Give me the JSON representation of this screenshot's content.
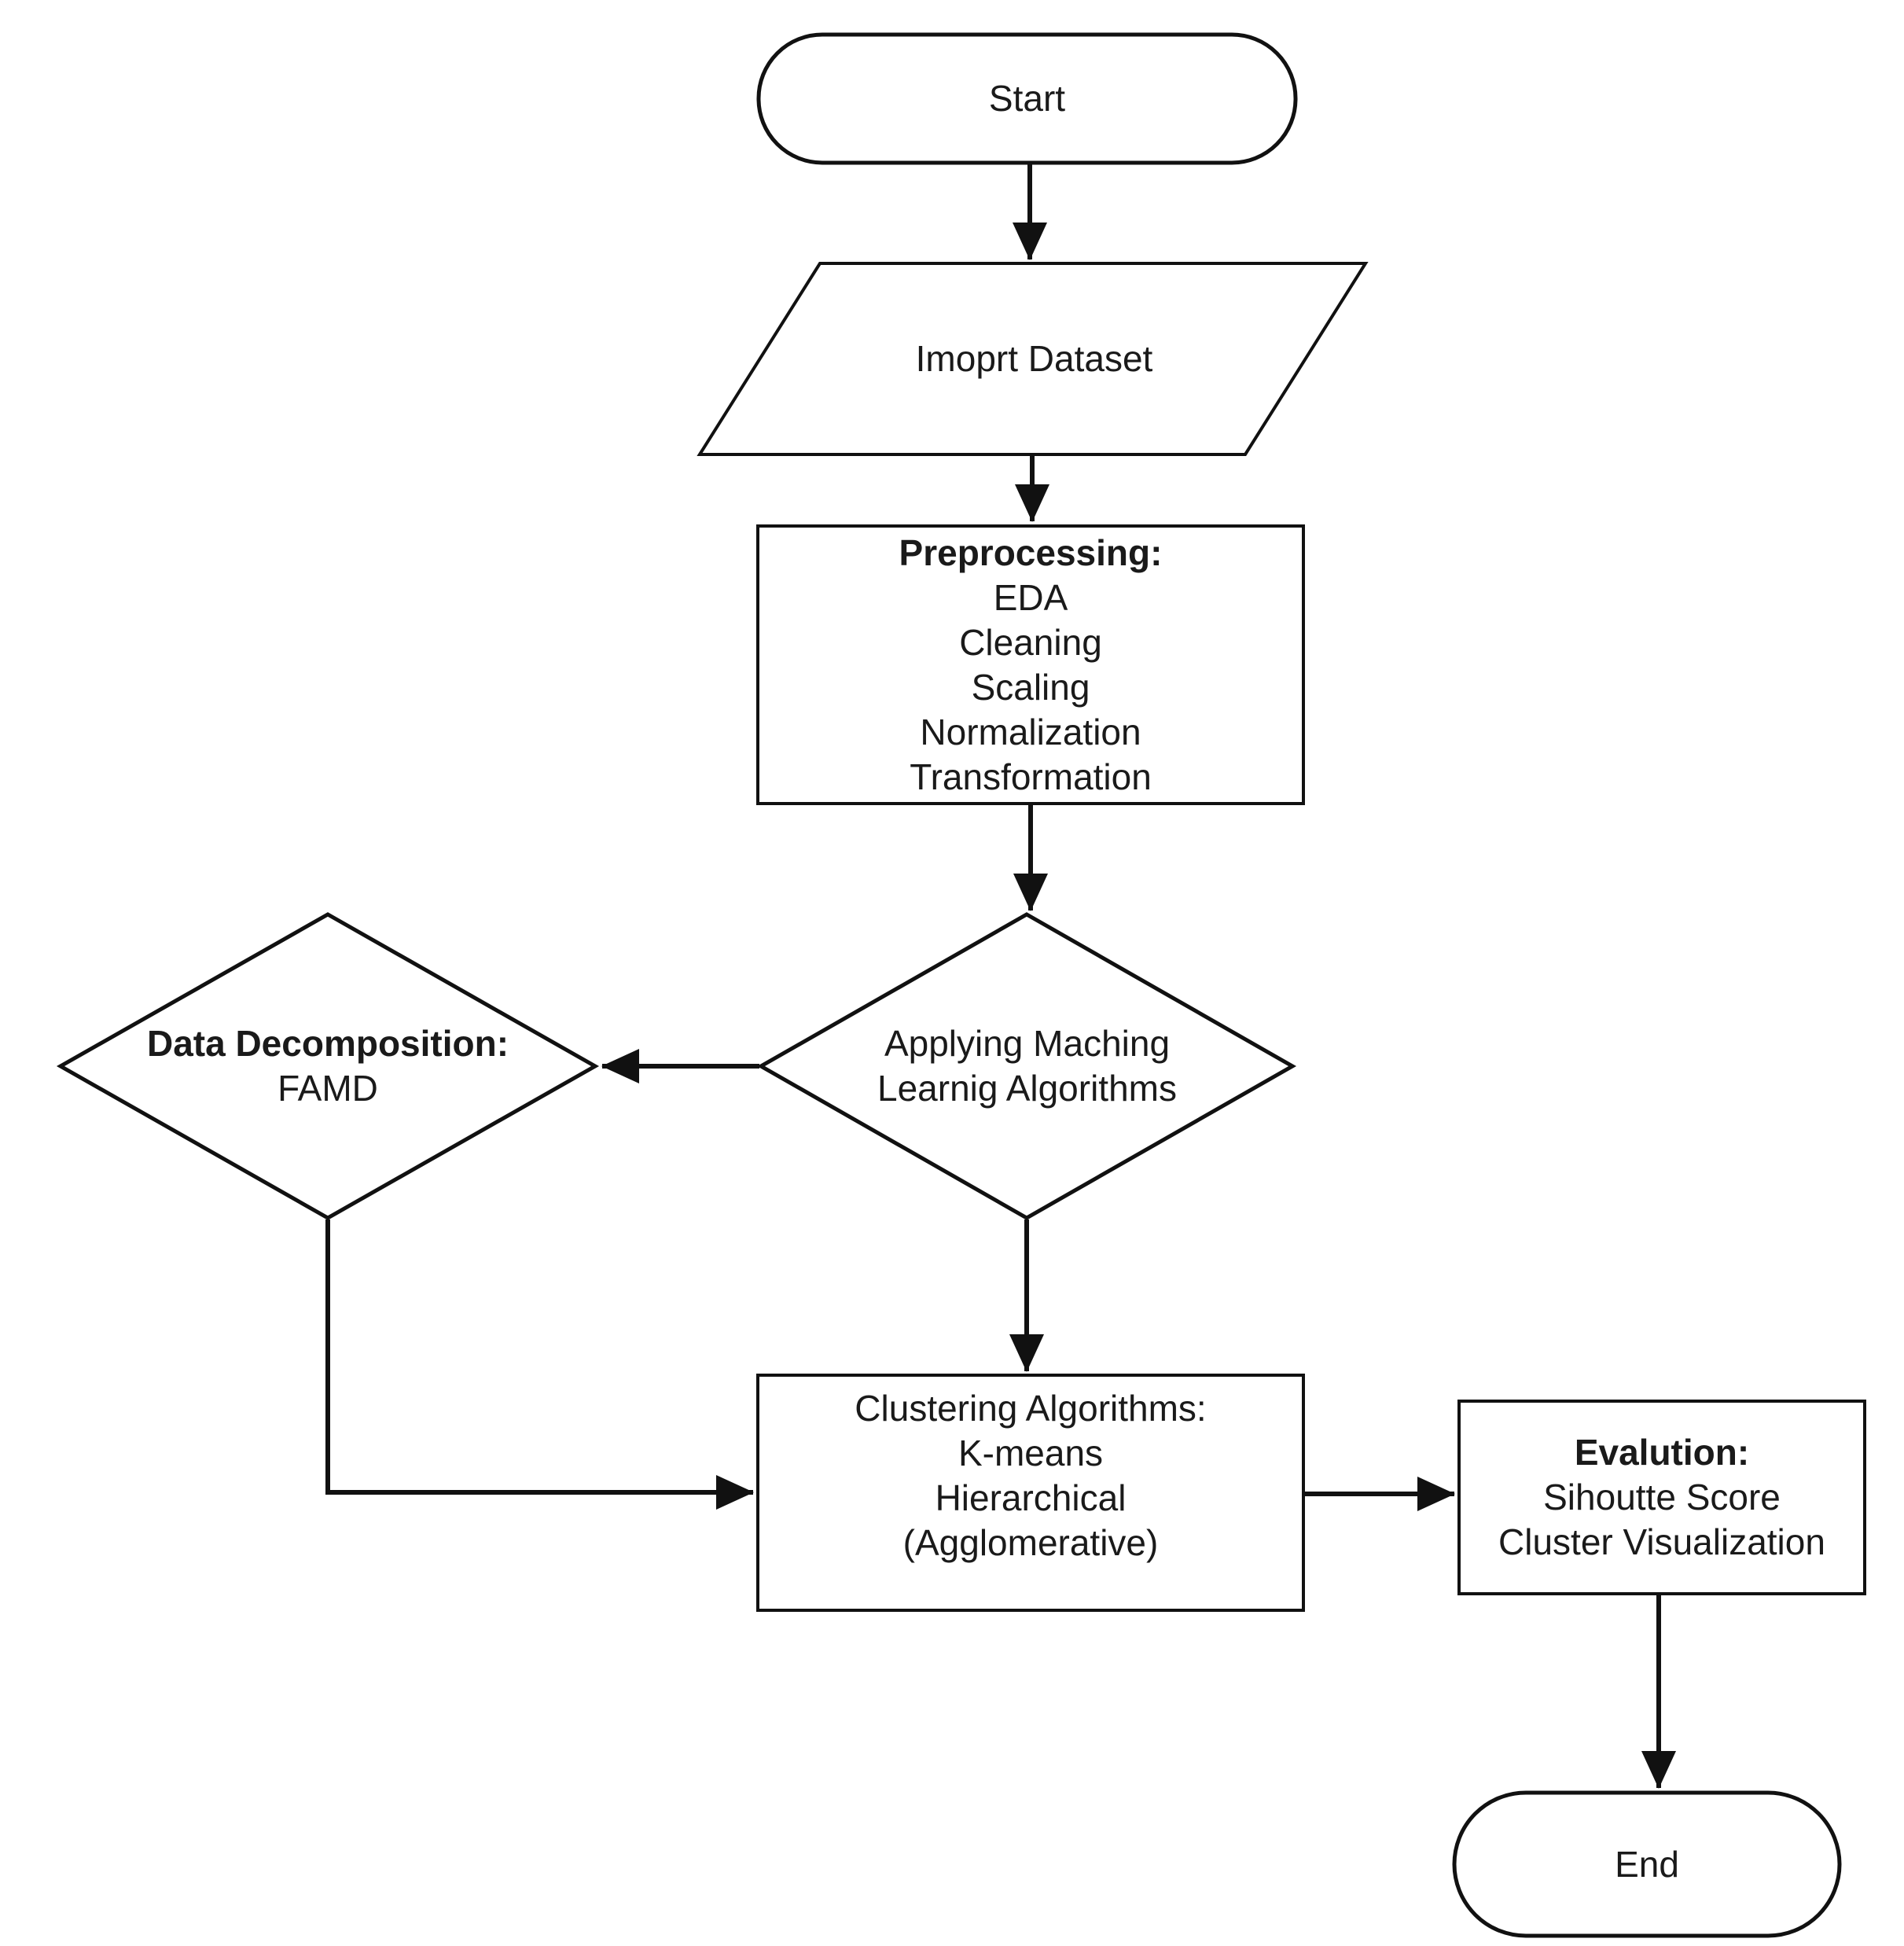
{
  "diagram": {
    "type": "flowchart",
    "background_color": "#ffffff",
    "shape_fill_color": "#ffffff",
    "shape_stroke_color": "#111111",
    "text_color": "#1a1a1a",
    "nodes": {
      "start": {
        "shape": "terminator",
        "label": "Start"
      },
      "import_dataset": {
        "shape": "parallelogram",
        "label": "Imoprt Dataset"
      },
      "preprocessing": {
        "shape": "rectangle",
        "title": "Preprocessing:",
        "lines": [
          "EDA",
          "Cleaning",
          "Scaling",
          "Normalization",
          "Transformation"
        ]
      },
      "ml_decision": {
        "shape": "diamond",
        "lines": [
          "Applying Maching",
          "Learnig Algorithms"
        ]
      },
      "data_decomposition": {
        "shape": "diamond",
        "title": "Data Decomposition:",
        "lines": [
          "FAMD"
        ]
      },
      "clustering": {
        "shape": "rectangle",
        "lines": [
          "Clustering Algorithms:",
          "K-means",
          "Hierarchical",
          "(Agglomerative)"
        ]
      },
      "evaluation": {
        "shape": "rectangle",
        "title": "Evalution:",
        "lines": [
          "Sihoutte Score",
          "Cluster Visualization"
        ]
      },
      "end": {
        "shape": "terminator",
        "label": "End"
      }
    },
    "edges": [
      {
        "from": "start",
        "to": "import_dataset"
      },
      {
        "from": "import_dataset",
        "to": "preprocessing"
      },
      {
        "from": "preprocessing",
        "to": "ml_decision"
      },
      {
        "from": "ml_decision",
        "to": "data_decomposition"
      },
      {
        "from": "ml_decision",
        "to": "clustering"
      },
      {
        "from": "data_decomposition",
        "to": "clustering"
      },
      {
        "from": "clustering",
        "to": "evaluation"
      },
      {
        "from": "evaluation",
        "to": "end"
      }
    ]
  }
}
